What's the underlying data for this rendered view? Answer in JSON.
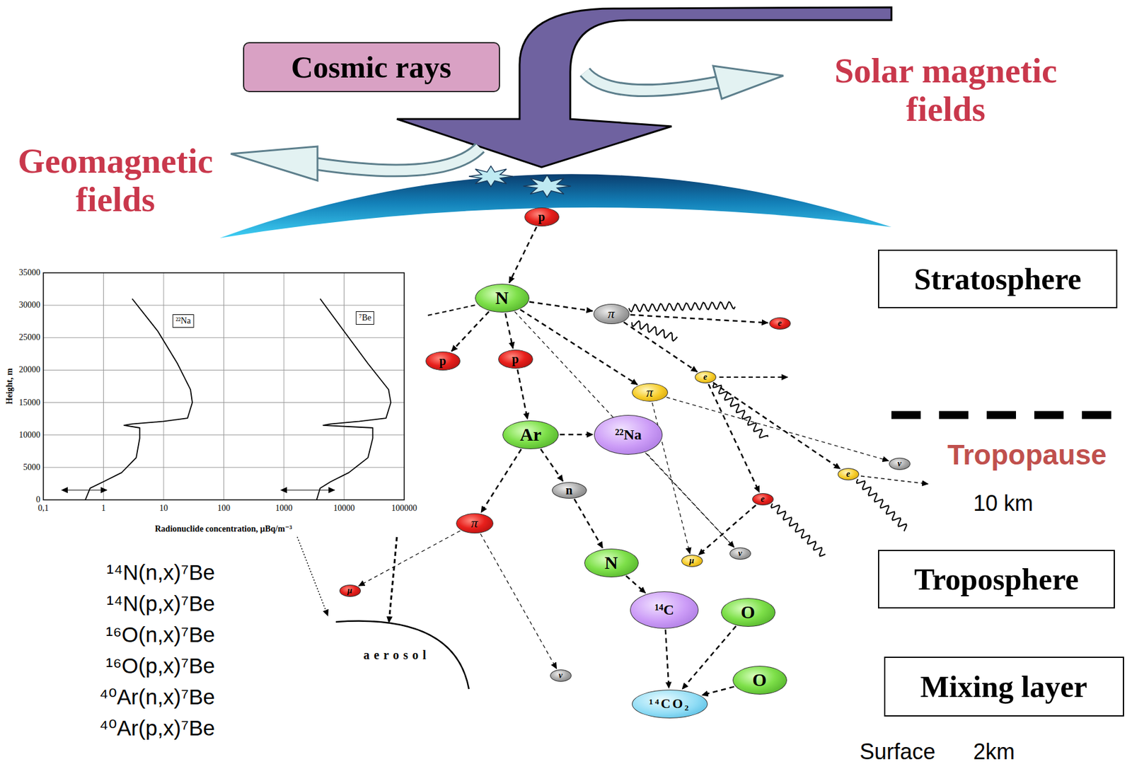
{
  "diagram": {
    "nodes": [
      {
        "text": [
          "Cosmic rays"
        ]
      },
      {
        "text": [
          "Stratosphere"
        ]
      },
      {
        "text": [
          "Troposphere"
        ]
      },
      {
        "text": [
          "Mixing layer"
        ]
      },
      {
        "text": [
          "p"
        ]
      },
      {
        "text": [
          "N"
        ]
      },
      {
        "text": [
          "π"
        ]
      },
      {
        "text": [
          "e"
        ]
      },
      {
        "text": [
          "p"
        ]
      },
      {
        "text": [
          "p"
        ]
      },
      {
        "text": [
          "e"
        ]
      },
      {
        "text": [
          "π"
        ]
      },
      {
        "text": [
          "Ar"
        ]
      },
      {
        "text": [
          "²²Na"
        ]
      },
      {
        "text": [
          "ν"
        ]
      },
      {
        "text": [
          "e"
        ]
      },
      {
        "text": [
          "n"
        ]
      },
      {
        "text": [
          "e"
        ]
      },
      {
        "text": [
          "π"
        ]
      },
      {
        "text": [
          "ν"
        ]
      },
      {
        "text": [
          "μ"
        ]
      },
      {
        "text": [
          "N"
        ]
      },
      {
        "text": [
          "μ"
        ]
      },
      {
        "text": [
          "¹⁴C"
        ]
      },
      {
        "text": [
          "O"
        ]
      },
      {
        "text": [
          "ν"
        ]
      },
      {
        "text": [
          "O"
        ]
      },
      {
        "text": [
          "¹⁴CO₂"
        ]
      }
    ],
    "edges": [
      {
        "from": 4,
        "to": 5,
        "arrow": "to"
      },
      {
        "from": 5,
        "to": 8,
        "arrow": "to"
      },
      {
        "from": 5,
        "to": 9,
        "arrow": "to"
      },
      {
        "from": 5,
        "to": 6,
        "arrow": "to"
      },
      {
        "from": 5,
        "to": 11,
        "arrow": "to"
      },
      {
        "from": 5,
        "to": 19,
        "arrow": "none"
      },
      {
        "from": 6,
        "to": 7,
        "arrow": "to"
      },
      {
        "from": 6,
        "to": 10,
        "arrow": "to"
      },
      {
        "from": 10,
        "to": 17,
        "arrow": "to"
      },
      {
        "from": 10,
        "to": 15,
        "arrow": "to"
      },
      {
        "from": 11,
        "to": 14,
        "arrow": "to"
      },
      {
        "from": 11,
        "to": 20,
        "arrow": "to"
      },
      {
        "from": 9,
        "to": 12,
        "arrow": "to"
      },
      {
        "from": 12,
        "to": 13,
        "arrow": "to"
      },
      {
        "from": 12,
        "to": 16,
        "arrow": "to"
      },
      {
        "from": 12,
        "to": 18,
        "arrow": "to"
      },
      {
        "from": 13,
        "to": 19,
        "arrow": "to"
      },
      {
        "from": 16,
        "to": 21,
        "arrow": "to"
      },
      {
        "from": 21,
        "to": 23,
        "arrow": "to"
      },
      {
        "from": 23,
        "to": 27,
        "arrow": "to"
      },
      {
        "from": 24,
        "to": 27,
        "arrow": "to"
      },
      {
        "from": 26,
        "to": 27,
        "arrow": "to"
      },
      {
        "from": 18,
        "to": 22,
        "arrow": "to"
      },
      {
        "from": 18,
        "to": 25,
        "arrow": "to"
      },
      {
        "from": 17,
        "to": 20,
        "arrow": "to"
      }
    ],
    "labels": [
      "Geomagnetic fields",
      "Solar magnetic fields",
      "Tropopause",
      "10 km",
      "Surface",
      "2km",
      "35000",
      "30000",
      "25000",
      "20000",
      "15000",
      "10000",
      "5000",
      "0",
      "0,1",
      "1",
      "10",
      "100",
      "1000",
      "10000",
      "100000",
      "Height, m",
      "Radionuclide concentration, μBq/m⁻³",
      "²²Na",
      "⁷Be",
      "¹⁴N(n,x)⁷Be",
      "¹⁴N(p,x)⁷Be",
      "¹⁶O(n,x)⁷Be",
      "¹⁶O(p,x)⁷Be",
      "⁴⁰Ar(n,x)⁷Be",
      "⁴⁰Ar(p,x)⁷Be",
      "aerosol"
    ]
  }
}
